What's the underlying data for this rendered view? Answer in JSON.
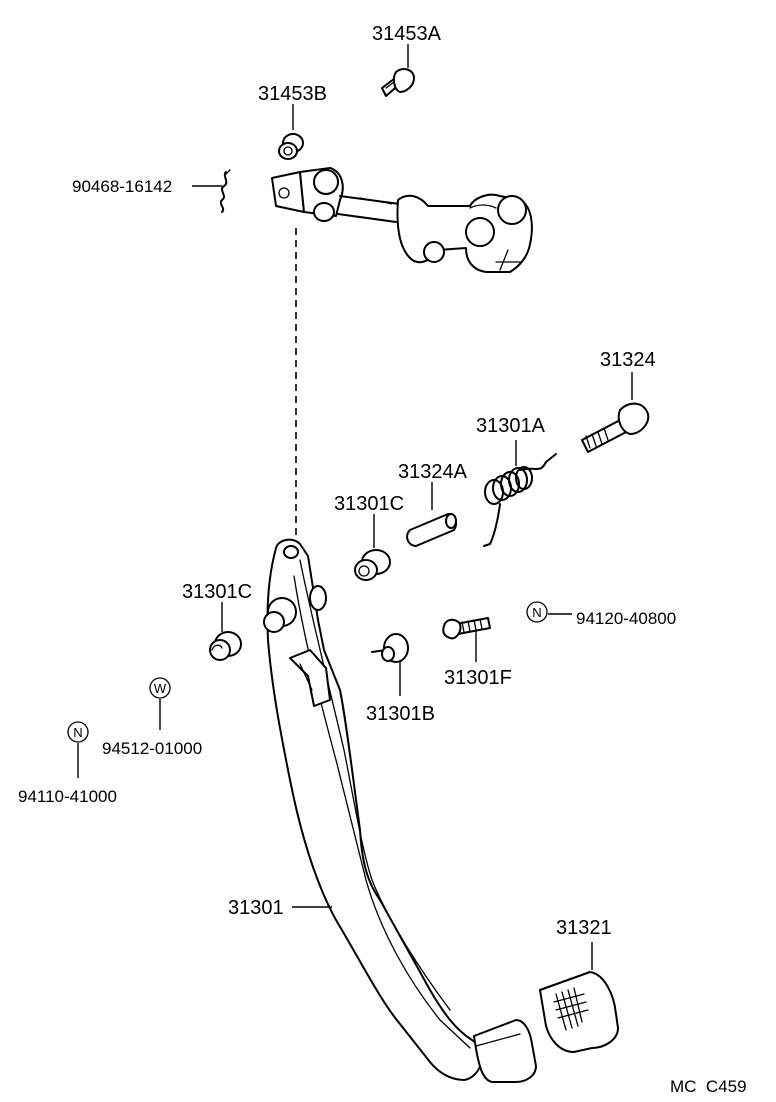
{
  "labels": {
    "p31453A": "31453A",
    "p31453B": "31453B",
    "p90468": "90468-16142",
    "p31324": "31324",
    "p31301A": "31301A",
    "p31324A": "31324A",
    "p31301C_upper": "31301C",
    "p31301C_left": "31301C",
    "p94120": "94120-40800",
    "p31301F": "31301F",
    "p31301B": "31301B",
    "p94512": "94512-01000",
    "p94110": "94110-41000",
    "p31301": "31301",
    "p31321": "31321",
    "footer": "MC  C459"
  },
  "badges": {
    "n_right": "N",
    "w_left": "W",
    "n_left": "N"
  }
}
